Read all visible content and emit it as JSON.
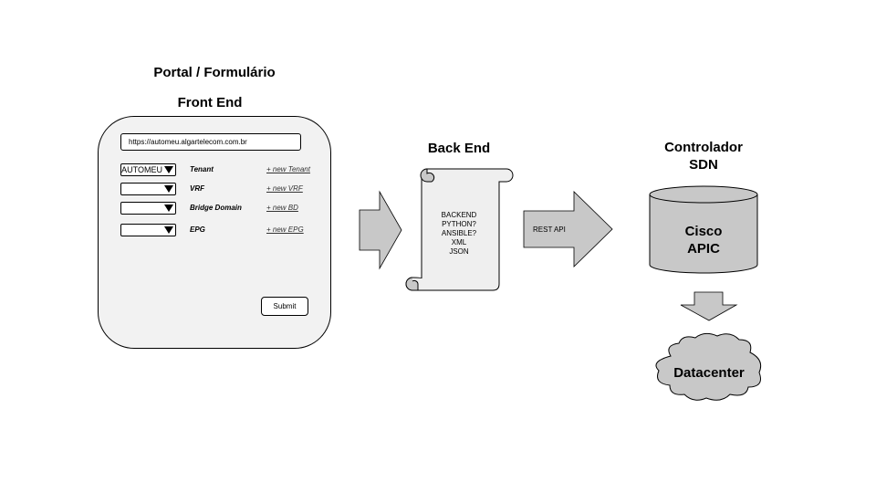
{
  "front_end": {
    "portal_title": "Portal / Formulário",
    "section_title": "Front End",
    "url": "https://automeu.algartelecom.com.br",
    "fields": [
      {
        "label": "Tenant",
        "selected": "AUTOMEU",
        "new_link": "+ new Tenant"
      },
      {
        "label": "VRF",
        "selected": "",
        "new_link": "+ new VRF"
      },
      {
        "label": "Bridge Domain",
        "selected": "",
        "new_link": "+ new BD"
      },
      {
        "label": "EPG",
        "selected": "",
        "new_link": "+ new EPG"
      }
    ],
    "submit_label": "Submit"
  },
  "back_end": {
    "title": "Back End",
    "lines": [
      "BACKEND",
      "PYTHON?",
      "ANSIBLE?",
      "XML",
      "JSON"
    ]
  },
  "connector": {
    "rest_label": "REST API"
  },
  "controller": {
    "title_line1": "Controlador",
    "title_line2": "SDN",
    "db_line1": "Cisco",
    "db_line2": "APIC"
  },
  "datacenter": {
    "label": "Datacenter"
  },
  "colors": {
    "shape_fill": "#c8c8c8",
    "panel_fill": "#f2f2f2",
    "stroke": "#000000"
  }
}
